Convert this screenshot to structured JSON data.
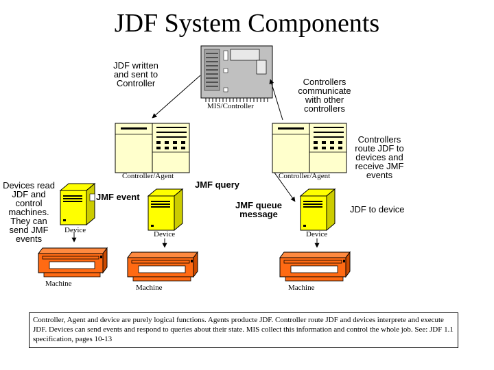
{
  "title": "JDF System Components",
  "labels": {
    "jdf_written": [
      "JDF written",
      "and sent to",
      "Controller"
    ],
    "controllers_communicate": [
      "Controllers",
      "communicate",
      "with other",
      "controllers"
    ],
    "controllers_route": [
      "Controllers",
      "route JDF to",
      "devices and",
      "receive JMF",
      "events"
    ],
    "devices_read": [
      "Devices read",
      "JDF and",
      "control",
      "machines.",
      "They can",
      "send JMF",
      "events"
    ],
    "jmf_event": "JMF event",
    "jmf_query": "JMF query",
    "jmf_queue": [
      "JMF queue",
      "message"
    ],
    "jdf_to_device": "JDF to device"
  },
  "components": {
    "mis": "MIS/Controller",
    "controller_left": "Controller/Agent",
    "controller_right": "Controller/Agent",
    "device_1": "Device",
    "device_2": "Device",
    "device_3": "Device",
    "machine_1": "Machine",
    "machine_2": "Machine",
    "machine_3": "Machine"
  },
  "footnote": "Controller, Agent and device are purely logical functions. Agents producte JDF. Controller route JDF and devices interprete and execute JDF. Devices can send events and respond to queries about their state. MIS collect this information and control the whole job. See: JDF 1.1 specification, pages 10-13",
  "colors": {
    "device_yellow": "#ffff00",
    "machine_orange": "#ff6a13",
    "panel_cream": "#ffffcc",
    "mis_gray": "#c0c0c0"
  }
}
